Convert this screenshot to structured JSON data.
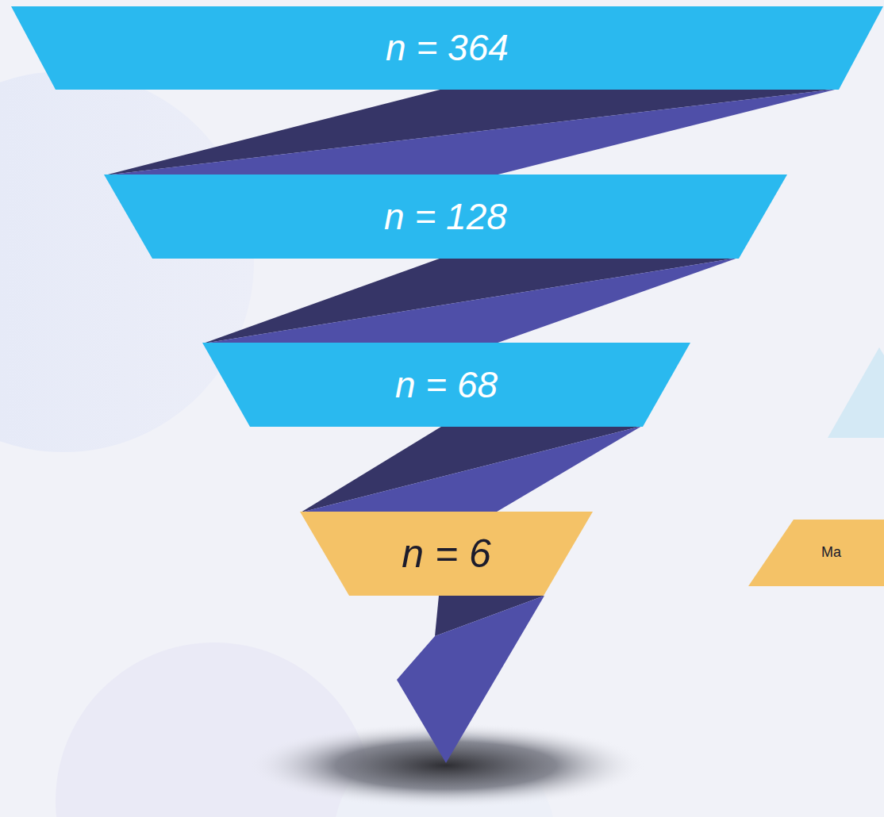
{
  "diagram": {
    "nodes": [
      {
        "text": [
          "n = 364"
        ]
      },
      {
        "text": [
          "n = 128"
        ]
      },
      {
        "text": [
          "n = 68"
        ]
      },
      {
        "text": [
          "n = 6"
        ]
      },
      {
        "text": [
          "Ma"
        ]
      }
    ],
    "edges": [
      {
        "from": 0,
        "to": 1,
        "arrow": "none"
      },
      {
        "from": 1,
        "to": 2,
        "arrow": "none"
      },
      {
        "from": 2,
        "to": 3,
        "arrow": "none"
      }
    ]
  }
}
